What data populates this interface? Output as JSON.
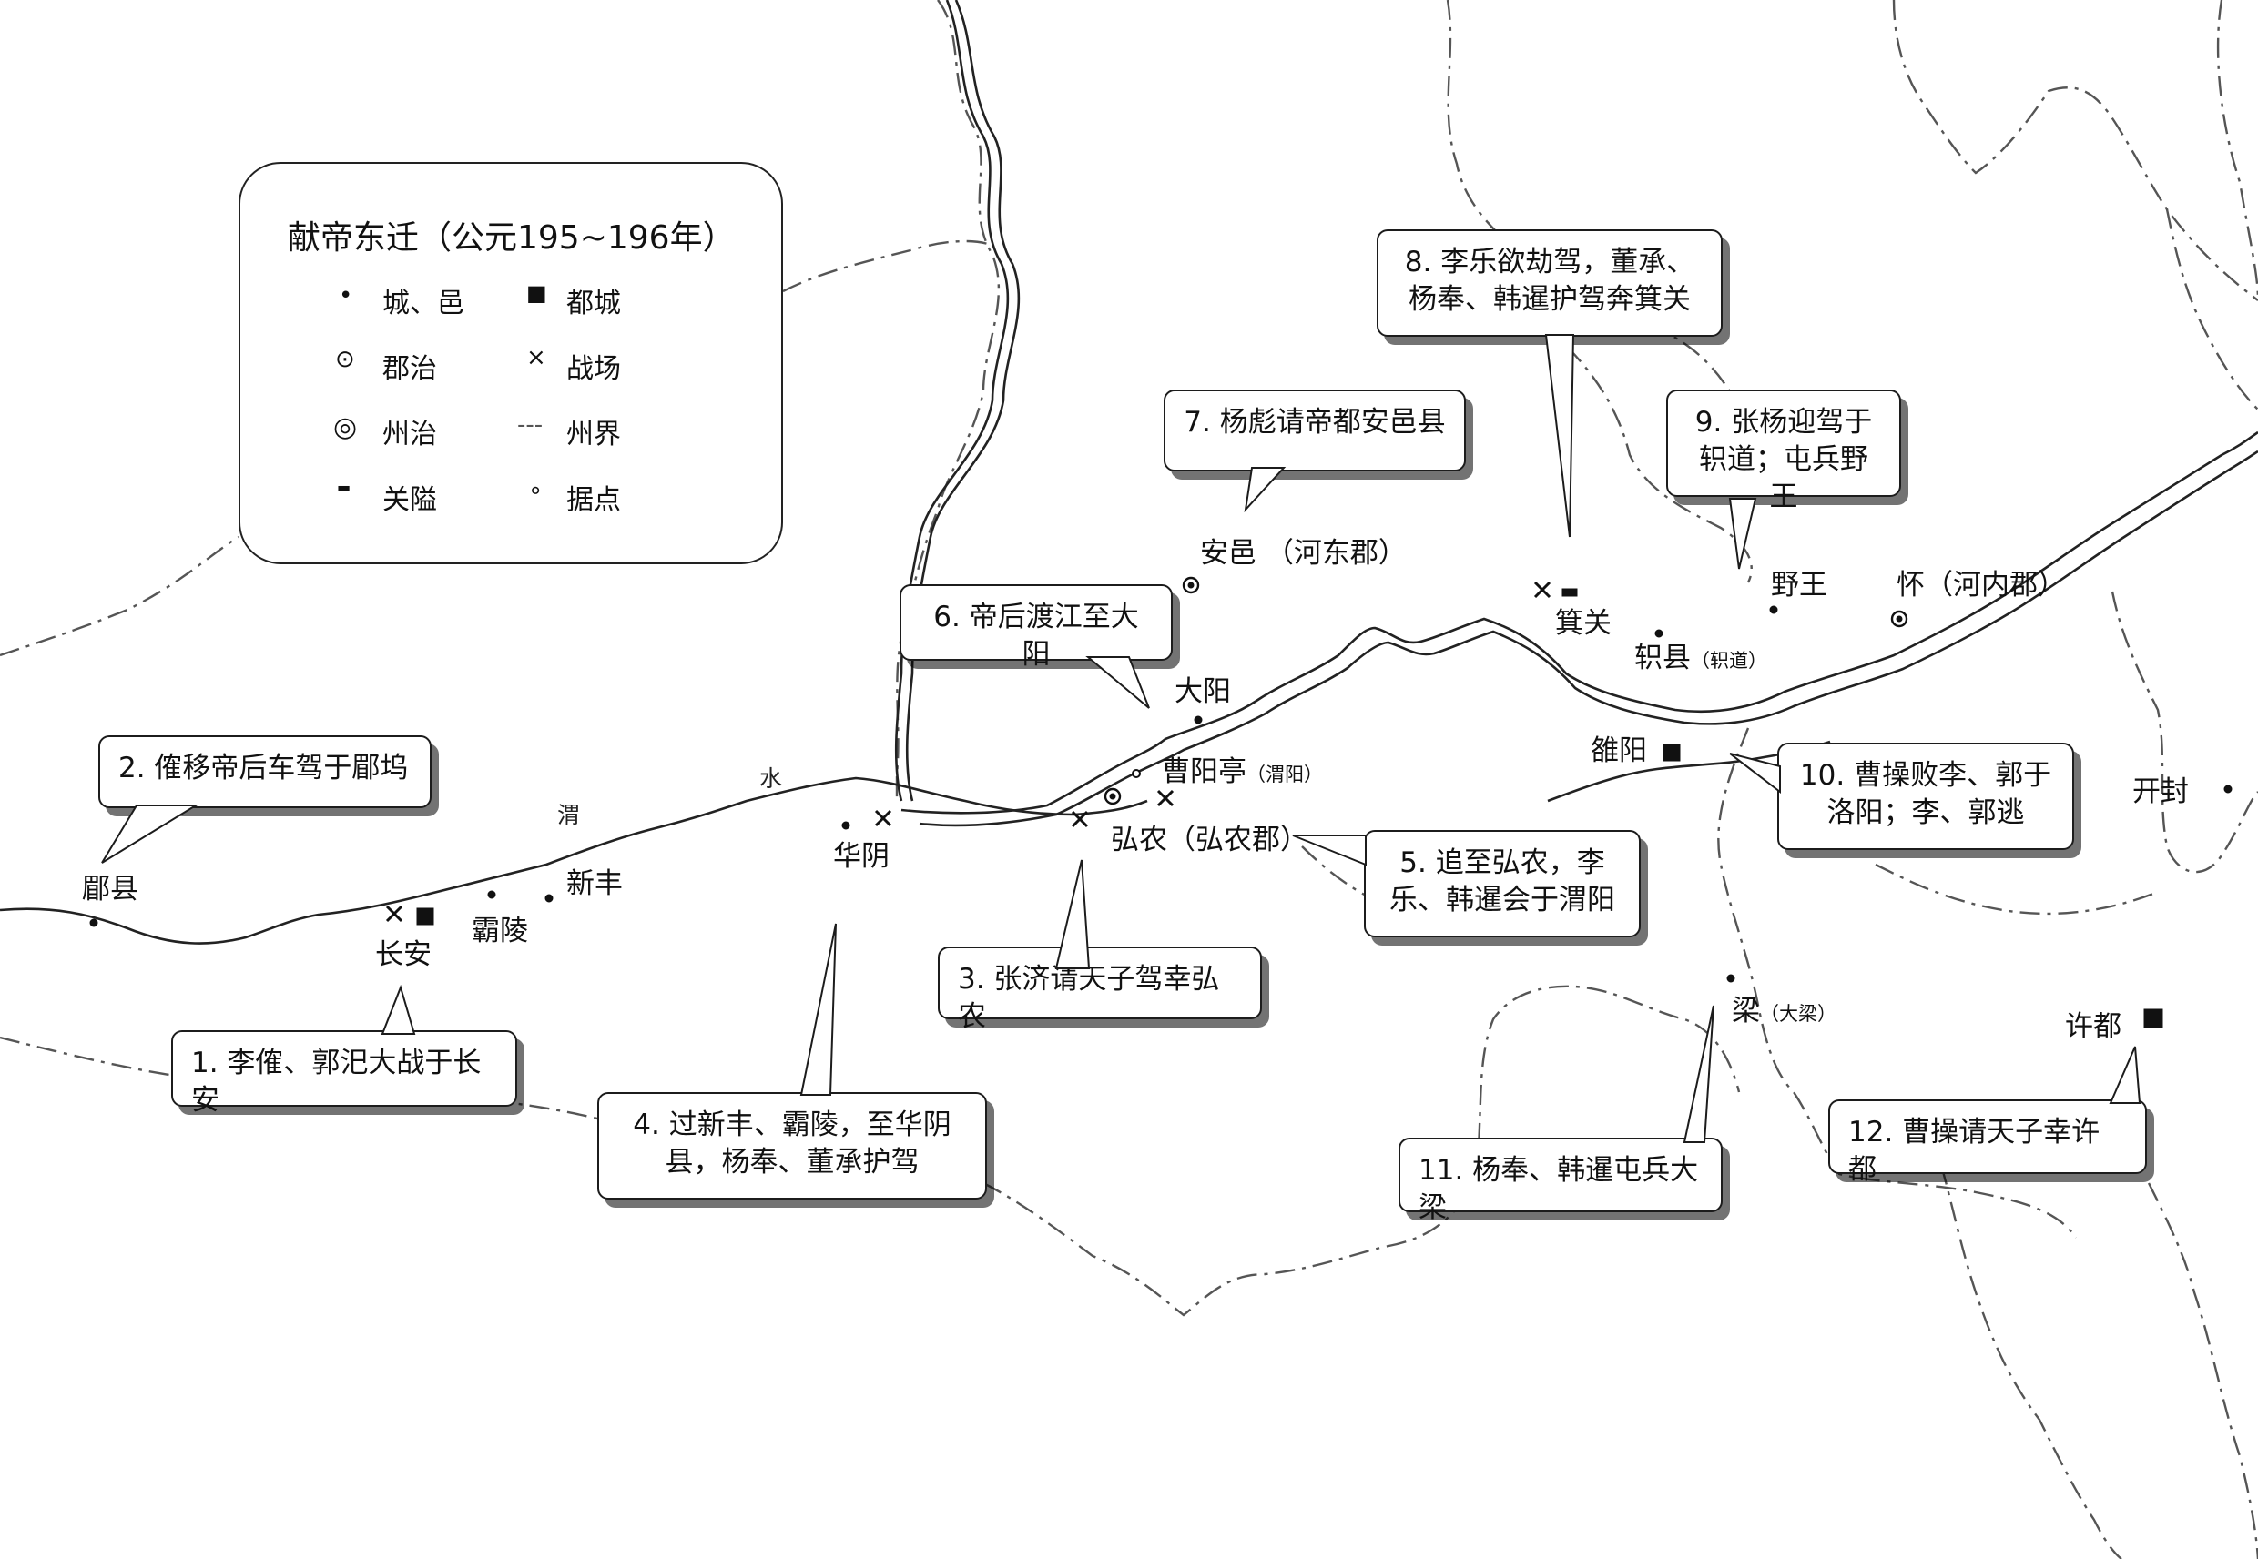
{
  "legend": {
    "title": "献帝东迁（公元195~196年）",
    "items": {
      "city": {
        "symbol": "•",
        "label": "城、邑"
      },
      "capital": {
        "symbol": "■",
        "label": "都城"
      },
      "commandery": {
        "symbol": "⊙",
        "label": "郡治"
      },
      "battlefield": {
        "symbol": "×",
        "label": "战场"
      },
      "province_seat": {
        "symbol": "◎",
        "label": "州治"
      },
      "province_boundary": {
        "symbol": "---",
        "label": "州界"
      },
      "pass": {
        "symbol": "▬",
        "label": "关隘"
      },
      "stronghold": {
        "symbol": "∘",
        "label": "据点"
      }
    }
  },
  "rivers": {
    "wei": [
      "渭",
      "水"
    ]
  },
  "places": {
    "meixian": "郿县",
    "changan": "长安",
    "baling": "霸陵",
    "xinfeng": "新丰",
    "huayin": "华阴",
    "hongnong": "弘农（弘农郡）",
    "caoyangting": "曹阳亭",
    "caoyangting_note": "（渭阳）",
    "dayang": "大阳",
    "anyi": "安邑 （河东郡）",
    "jiguan": "箕关",
    "zhixian": "轵县",
    "zhixian_note": "（轵道）",
    "yewang": "野王",
    "huai": "怀（河内郡）",
    "luoyang": "雒阳",
    "kaifeng": "开封",
    "liang": "梁",
    "liang_note": "（大梁）",
    "xudu": "许都"
  },
  "events": [
    "1. 李傕、郭汜大战于长安",
    "2. 傕移帝后车驾于郿坞",
    "3. 张济请天子驾幸弘农",
    "4. 过新丰、霸陵，至华阴县，杨奉、董承护驾",
    "5. 追至弘农，李乐、韩暹会于渭阳",
    "6. 帝后渡江至大阳",
    "7. 杨彪请帝都安邑县",
    "8. 李乐欲劫驾，董承、杨奉、韩暹护驾奔箕关",
    "9. 张杨迎驾于轵道；屯兵野王",
    "10. 曹操败李、郭于洛阳；李、郭逃",
    "11. 杨奉、韩暹屯兵大梁",
    "12. 曹操请天子幸许都"
  ]
}
